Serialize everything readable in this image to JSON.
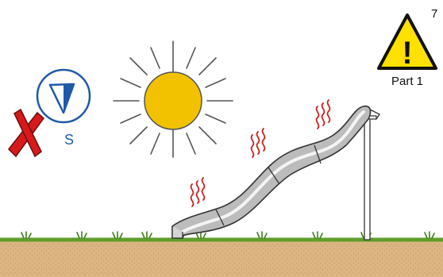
{
  "page_number": "7",
  "warning": {
    "icon": "warning-triangle-icon",
    "mark": "!",
    "label": "Part 1"
  },
  "compass": {
    "icon": "compass-icon",
    "direction": "S",
    "crossed_out": true
  },
  "scene": {
    "sun_icon": "sun-icon",
    "heat_icon": "heat-waves-icon",
    "slide": "slide",
    "post": "support-post"
  },
  "colors": {
    "sun_fill": "#f2c200",
    "sun_outline": "#555555",
    "warning_fill": "#ffe100",
    "compass_blue": "#1e5aa8",
    "cross_red": "#d8191c",
    "heat_red": "#cc1f1f",
    "grass_green": "#5f9e2b",
    "soil": "#d9b27f"
  }
}
